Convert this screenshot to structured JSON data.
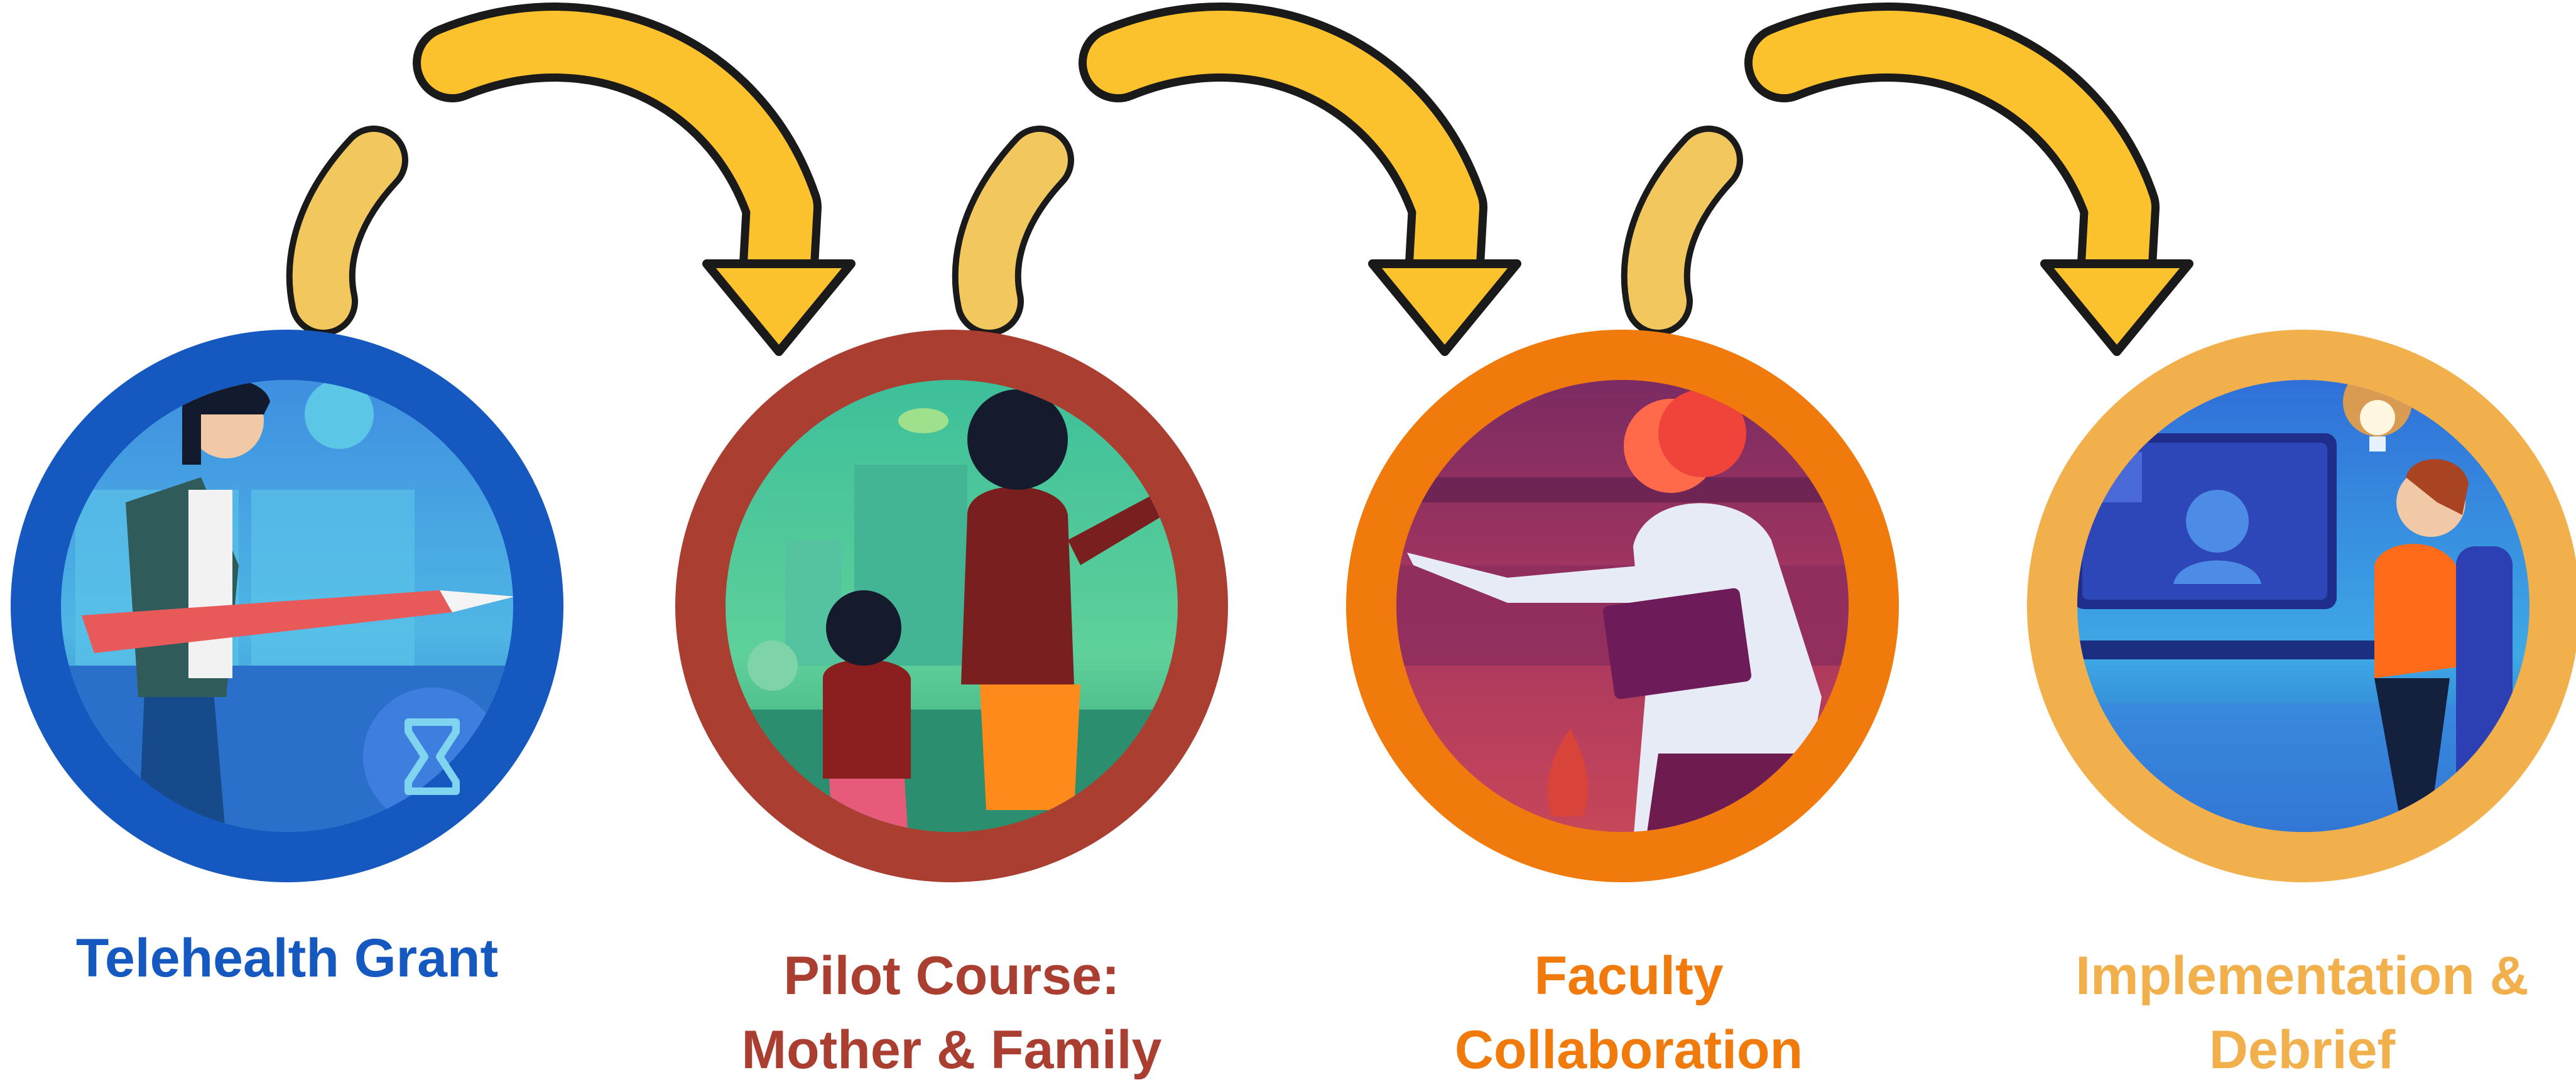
{
  "colors": {
    "arrow_fill": "#fcc22e",
    "arrow_hook_fill": "#f1c75e",
    "arrow_outline": "#1a1a1a"
  },
  "steps": [
    {
      "id": "telehealth-grant",
      "icon": "woman-with-pen-and-hourglass",
      "ring_color": "#1558c0",
      "label_lines": [
        "Telehealth Grant"
      ]
    },
    {
      "id": "pilot-course",
      "icon": "parent-and-child-city",
      "ring_color": "#a93e31",
      "label_lines": [
        "Pilot Course:",
        "Mother & Family"
      ]
    },
    {
      "id": "faculty-collaboration",
      "icon": "teacher-pointing",
      "ring_color": "#f07a0c",
      "label_lines": [
        "Faculty",
        "Collaboration"
      ]
    },
    {
      "id": "implementation-debrief",
      "icon": "person-at-computer-lightbulb",
      "ring_color": "#f2b04c",
      "label_lines": [
        "Implementation &",
        "Debrief"
      ]
    }
  ]
}
